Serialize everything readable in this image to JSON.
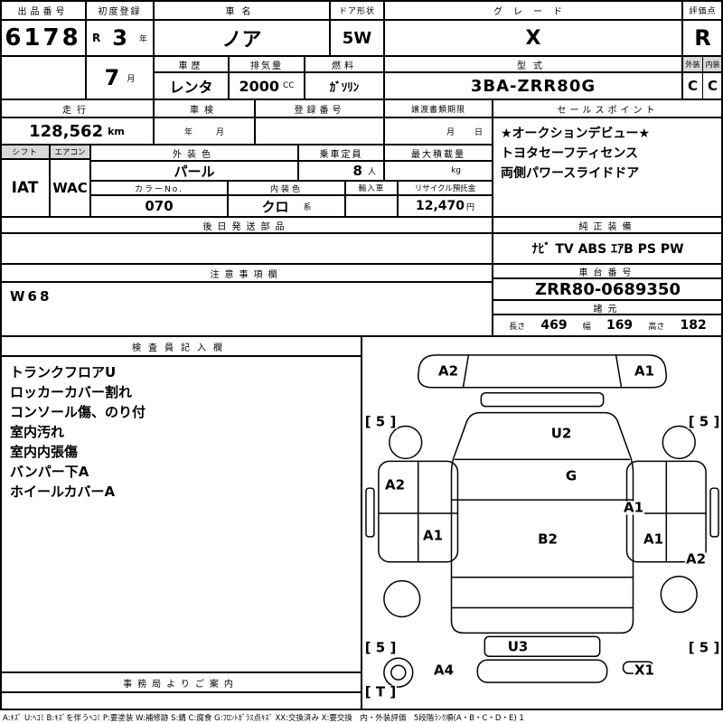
{
  "sheet": {
    "lot": {
      "label": "出品番号",
      "value": "6178"
    },
    "first_registration": {
      "label": "初度登録",
      "era": "R",
      "year": "3",
      "year_unit": "年",
      "month": "7",
      "month_unit": "月"
    },
    "car_name": {
      "label": "車名",
      "value": "ノア"
    },
    "door": {
      "label": "ドア形状",
      "value": "5W"
    },
    "grade": {
      "label": "グレード",
      "value": "X"
    },
    "score": {
      "label": "評価点",
      "value": "R"
    },
    "exterior_rating": {
      "label": "外装",
      "value": "C"
    },
    "interior_rating": {
      "label": "内装",
      "value": "C"
    },
    "history": {
      "label": "車歴",
      "value": "レンタ"
    },
    "displacement": {
      "label": "排気量",
      "value": "2000",
      "unit": "CC"
    },
    "fuel": {
      "label": "燃料",
      "value": "ｶﾞｿﾘﾝ"
    },
    "model_code": {
      "label": "型式",
      "value": "3BA-ZRR80G"
    },
    "mileage": {
      "label": "走行",
      "value": "128,562",
      "unit": "km"
    },
    "inspection": {
      "label": "車検",
      "year_unit": "年",
      "month_unit": "月"
    },
    "registration_no": {
      "label": "登録番号",
      "value": ""
    },
    "transfer_deadline": {
      "label": "譲渡書類期限",
      "month_unit": "月",
      "day_unit": "日"
    },
    "sales_point": {
      "label": "セールスポイント",
      "lines": [
        "★オークションデビュー★",
        "トヨタセーフティセンス",
        "両側パワースライドドア"
      ]
    },
    "shift": {
      "label": "シフト",
      "value": "IAT"
    },
    "aircon": {
      "label": "エアコン",
      "value": "WAC"
    },
    "exterior_color": {
      "label": "外装色",
      "value": "パール"
    },
    "capacity": {
      "label": "乗車定員",
      "value": "8",
      "unit": "人"
    },
    "max_load": {
      "label": "最大積載量",
      "unit": "kg"
    },
    "color_no": {
      "label": "カラーNo.",
      "value": "070"
    },
    "interior_color": {
      "label": "内装色",
      "value": "クロ",
      "suffix": "系"
    },
    "import_car": {
      "label": "輸入車",
      "value": ""
    },
    "recycle_deposit": {
      "label": "リサイクル預託金",
      "value": "12,470",
      "unit": "円"
    },
    "later_parts": {
      "label": "後日発送部品",
      "value": ""
    },
    "equipment": {
      "label": "純正装備",
      "value": "ﾅﾋﾞ TV ABS ｴｱB PS PW"
    },
    "caution": {
      "label": "注意事項欄",
      "value": "W68"
    },
    "chassis_no": {
      "label": "車台番号",
      "value": "ZRR80-0689350"
    },
    "dimensions": {
      "label": "諸元",
      "length_label": "長さ",
      "length": "469",
      "width_label": "幅",
      "width": "169",
      "height_label": "高さ",
      "height": "182"
    },
    "inspector": {
      "label": "検査員記入欄",
      "notes": [
        "トランクフロアU",
        "ロッカーカバー割れ",
        "コンソール傷、のり付",
        "室内汚れ",
        "室内内張傷",
        "バンパー下A",
        "ホイールカバーA"
      ]
    },
    "office": {
      "label": "事務局よりご案内"
    }
  },
  "diagram": {
    "markers": [
      {
        "label": "A2",
        "location": "front-bumper-left"
      },
      {
        "label": "A1",
        "location": "front-bumper-right"
      },
      {
        "label": "[ 5 ]",
        "location": "tire-front-left"
      },
      {
        "label": "[ 5 ]",
        "location": "tire-front-right"
      },
      {
        "label": "U2",
        "location": "hood"
      },
      {
        "label": "G",
        "location": "windshield"
      },
      {
        "label": "A2",
        "location": "left-side-front"
      },
      {
        "label": "A1",
        "location": "right-side-front"
      },
      {
        "label": "A1",
        "location": "left-side-rear"
      },
      {
        "label": "B2",
        "location": "roof"
      },
      {
        "label": "A1",
        "location": "right-side-rear"
      },
      {
        "label": "A2",
        "location": "right-rear-quarter"
      },
      {
        "label": "[ 5 ]",
        "location": "tire-rear-left"
      },
      {
        "label": "[ 5 ]",
        "location": "tire-rear-right"
      },
      {
        "label": "U3",
        "location": "rear-gate"
      },
      {
        "label": "A4",
        "location": "rear-bumper-left"
      },
      {
        "label": "X1",
        "location": "rear-right"
      },
      {
        "label": "[ T ]",
        "location": "spare-tire"
      }
    ]
  },
  "footer": "A:ｷｽﾞ U:ﾍｺﾐ B:ｷｽﾞを伴うﾍｺﾐ P:要塗装 W:補修跡 S:錆 C:腐食 G:ﾌﾛﾝﾄｶﾞﾗｽ点ｷｽﾞ XX:交換済み X:要交換　内・外装評価　5段階ﾗﾝｸ順(A・B・C・D・E) 1"
}
